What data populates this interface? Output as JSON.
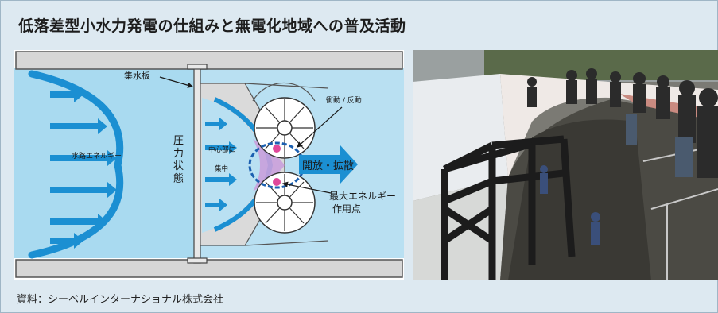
{
  "title": "低落差型小水力発電の仕組みと無電化地域への普及活動",
  "diagram": {
    "label_collector": "集水板",
    "label_water_energy": "水路エネルギー",
    "label_pressure": "圧力状態",
    "label_center_1": "中心部に",
    "label_center_2": "集中",
    "label_impact": "衝動 / 反動",
    "label_release": "開放・拡散",
    "label_max_energy_1": "最大エネルギー",
    "label_max_energy_2": "作用点"
  },
  "photo": {
    "description_icon": "field-site-photo"
  },
  "source": "資料：シーベルインターナショナル株式会社"
}
